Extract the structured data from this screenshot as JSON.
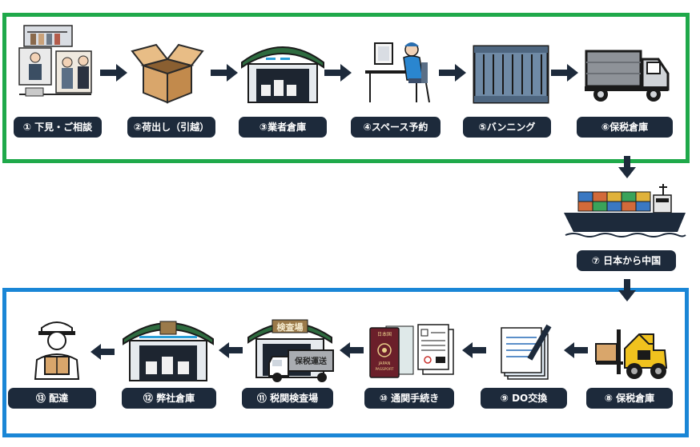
{
  "steps": {
    "s1": "① 下見・ご相談",
    "s2": "②荷出し（引越）",
    "s3": "③業者倉庫",
    "s4": "④スペース予約",
    "s5": "⑤バンニング",
    "s6": "⑥保税倉庫",
    "s7": "⑦ 日本から中国",
    "s8": "⑧ 保税倉庫",
    "s9": "⑨ DO交換",
    "s10": "⑩ 通関手続き",
    "s11": "⑪ 税関検査場",
    "s12": "⑫ 弊社倉庫",
    "s13": "⑬ 配達"
  },
  "signs": {
    "inspection": "検査場",
    "truck_side": "保税運送",
    "passport_top": "日本国",
    "passport_word1": "JAPAN",
    "passport_word2": "PASSPORT"
  },
  "colors": {
    "label_bg": "#1d2a3b",
    "japan_frame": "#1fa94a",
    "china_frame": "#1a86d6",
    "arrow": "#1d2a3b"
  }
}
